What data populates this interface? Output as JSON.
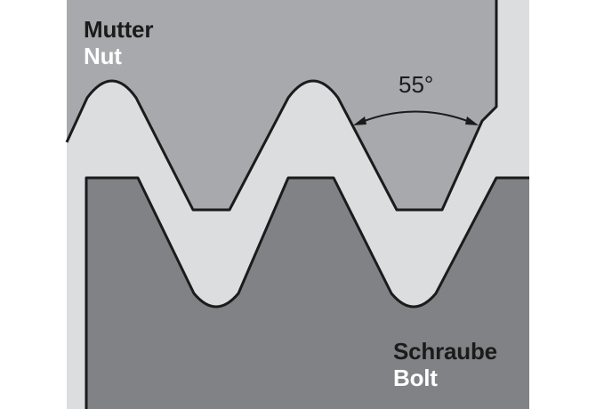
{
  "labels": {
    "nut_german": "Mutter",
    "nut_english": "Nut",
    "bolt_german": "Schraube",
    "bolt_english": "Bolt",
    "angle": "55°"
  },
  "colors": {
    "nut_fill": "#a7a9ac",
    "gap_fill": "#dcdddf",
    "bolt_fill": "#808285",
    "outline": "#1b1b1b",
    "label_light": "#ffffff",
    "label_dark": "#1b1b1b"
  }
}
